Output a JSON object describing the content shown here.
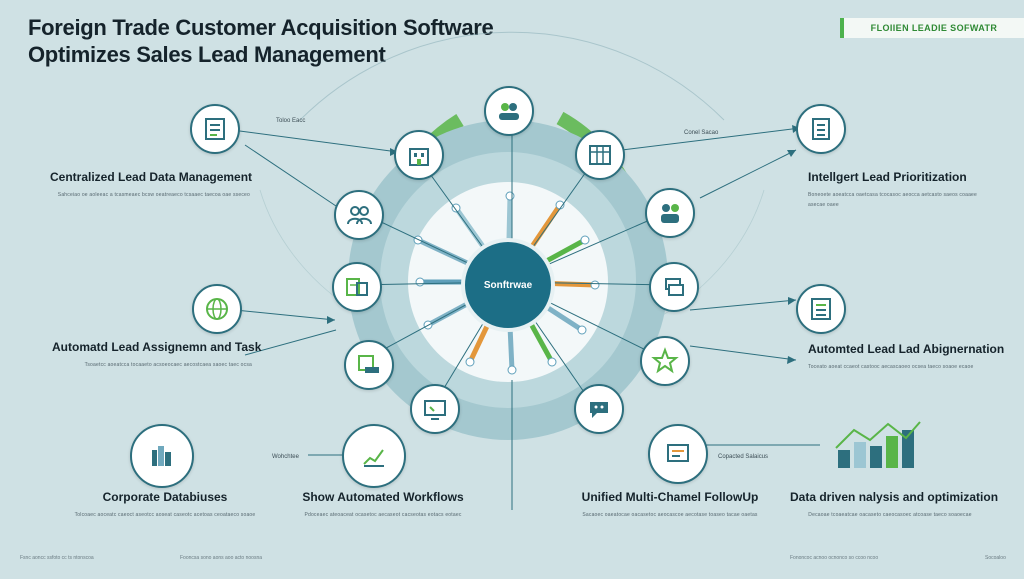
{
  "title": {
    "line1": "Foreign Trade Customer Acquisition Software",
    "line2": "Optimizes Sales Lead Management"
  },
  "badge": "FLOIIEN LEADIE SOFWATR",
  "hub_label": "Sonftrwae",
  "small_labels": {
    "top_left": "Toloo Eacc",
    "top_right": "Conel Sacao",
    "mid_bottom_left": "Wohchtee",
    "mid_bottom_right": "Copacted Salaicus"
  },
  "features": {
    "centralized": {
      "title": "Centralized Lead Data Management",
      "body": "Sahceiao oe aoleeac a tcasmeaec bcsw oeatreaeco tcsaaec taecoa oae sseceo"
    },
    "prioritization": {
      "title": "Intellgert Lead Prioritization",
      "body": "Boneoete aoeatcca oaetcasa tcocasoc aeocca aetcasto saeos coaaee asecae oaee"
    },
    "assignment": {
      "title": "Automatd Lead Assignemn and Task",
      "body": "Tsoaetcc aoeatcca tocaaeto acsoeocaec aecostcaea saoec taec ocsa"
    },
    "aggregation": {
      "title": "Automted Lead Lad Abignernation",
      "body": "Toceato aoeat ccaeot castooc aecascaoeo ocsea taeco soaoe ecaoe"
    },
    "databases": {
      "title": "Corporate Databiuses",
      "body": "Tolcoaec aoceatc caeoct aseotcc aoseat caseotc acetoas ceoataeco soaoe"
    },
    "workflows": {
      "title": "Show Automated Workflows",
      "body": "Pdoceaec ateoaceat ocasetoc aecaseot cacseotas eotacs eotaec"
    },
    "followup": {
      "title": "Unified Multi-Chamel FollowUp",
      "body": "Sacaoec oaeatocae oacasetoc aeocascoe aecotase toaseo tacae oaetas"
    },
    "analysis": {
      "title": "Data driven nalysis and optimization",
      "body": "Decaoae tcoaeatcae oacaseto caeocasoec atcoase taeco soaoecae"
    }
  },
  "footer": {
    "left": "Fsnc aoncc ssfoto cc ts ntonscoa",
    "mid_left": "Fooncsa sono aons aoo acto noosna",
    "mid_right": "Fononcoc acnoo ocnonco so ccoo ncoo",
    "right": "Socoaloo"
  },
  "colors": {
    "background": "#cfe1e4",
    "hub": "#1c6e86",
    "teal_ring": "#a4c8cf",
    "green_accent": "#59b548",
    "orange_accent": "#e3973b",
    "line": "#2d6f7e"
  }
}
